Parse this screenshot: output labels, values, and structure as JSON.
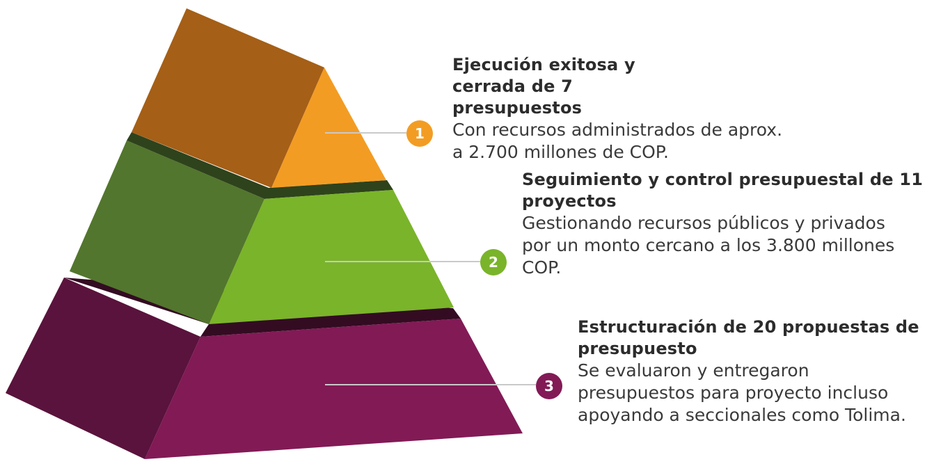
{
  "levels": [
    {
      "number": "1",
      "title": "Ejecución exitosa y cerrada de 7 presupuestos",
      "description": "Con recursos administrados de aprox. a 2.700 millones de COP.",
      "colors": {
        "front": "#f39c23",
        "side": "#a55f17",
        "top": "#2e431c"
      }
    },
    {
      "number": "2",
      "title": "Seguimiento y control presupuestal de 11 proyectos",
      "description": "Gestionando recursos públicos y privados por un monto cercano a los 3.800 millones COP.",
      "colors": {
        "front": "#7ab42a",
        "side": "#52762d",
        "top": "#2e431c"
      }
    },
    {
      "number": "3",
      "title": "Estructuración de 20 propuestas de presupuesto",
      "description": "Se evaluaron y entregaron presupuestos para proyecto incluso apoyando a seccionales como Tolima.",
      "colors": {
        "front": "#821a56",
        "side": "#5a133c",
        "top": "#330c22"
      }
    }
  ]
}
